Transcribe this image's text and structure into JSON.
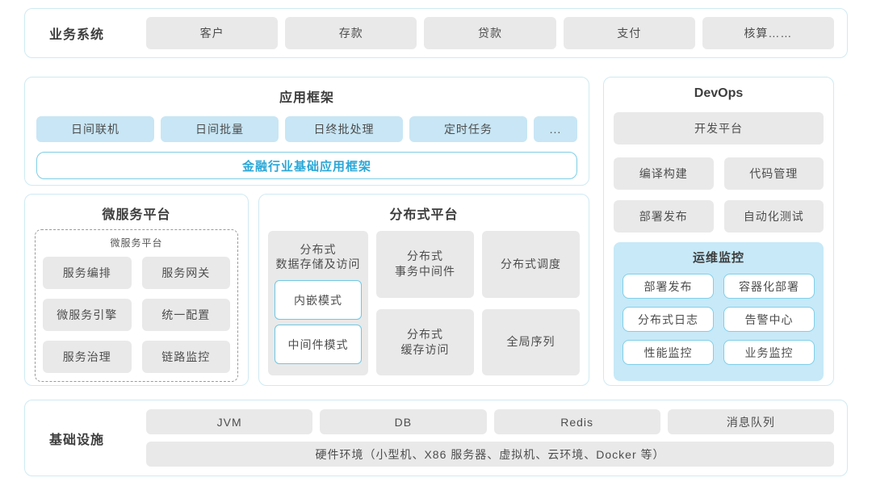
{
  "colors": {
    "section_border": "#cfeaf3",
    "gray_box": "#e9e9e9",
    "light_blue_box": "#c8e6f5",
    "monitor_panel": "#c7e9f8",
    "accent_blue_text": "#2aa7d7",
    "accent_blue_border": "#7fcde6",
    "body_text": "#4d4d4d"
  },
  "business": {
    "label": "业务系统",
    "items": [
      "客户",
      "存款",
      "贷款",
      "支付",
      "核算……"
    ]
  },
  "app_framework": {
    "title": "应用框架",
    "items": [
      "日间联机",
      "日间批量",
      "日终批处理",
      "定时任务",
      "..."
    ],
    "base": "金融行业基础应用框架"
  },
  "devops": {
    "title": "DevOps",
    "platform": "开发平台",
    "items": [
      "编译构建",
      "代码管理",
      "部署发布",
      "自动化测试"
    ],
    "monitor": {
      "title": "运维监控",
      "items": [
        "部署发布",
        "容器化部署",
        "分布式日志",
        "告警中心",
        "性能监控",
        "业务监控"
      ]
    }
  },
  "microservice": {
    "title": "微服务平台",
    "inner_title": "微服务平台",
    "items": [
      "服务编排",
      "服务网关",
      "微服务引擎",
      "统一配置",
      "服务治理",
      "链路监控"
    ]
  },
  "distributed": {
    "title": "分布式平台",
    "storage_line1": "分布式",
    "storage_line2": "数据存储及访问",
    "modes": [
      "内嵌模式",
      "中间件模式"
    ],
    "transaction_line1": "分布式",
    "transaction_line2": "事务中间件",
    "scheduling": "分布式调度",
    "cache_line1": "分布式",
    "cache_line2": "缓存访问",
    "sequence": "全局序列"
  },
  "infrastructure": {
    "label": "基础设施",
    "items": [
      "JVM",
      "DB",
      "Redis",
      "消息队列"
    ],
    "hardware": "硬件环境（小型机、X86 服务器、虚拟机、云环境、Docker 等）"
  }
}
